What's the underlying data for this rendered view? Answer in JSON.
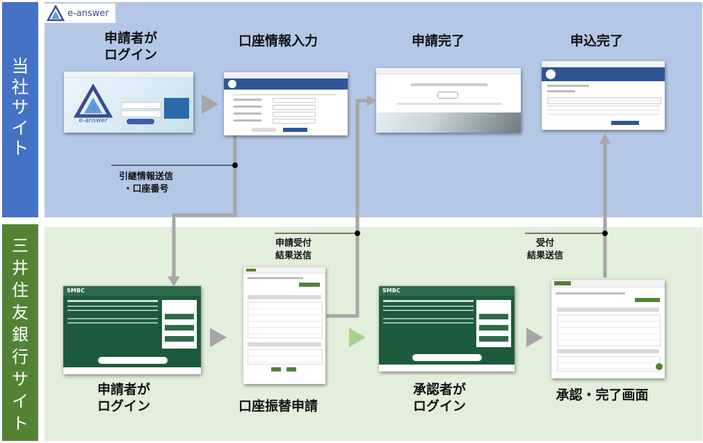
{
  "logo": {
    "text": "e-answer"
  },
  "bands": {
    "company": [
      "当",
      "社",
      "サ",
      "イ",
      "ト"
    ],
    "bank": [
      "三",
      "井",
      "住",
      "友",
      "銀",
      "行",
      "サ",
      "イ",
      "ト"
    ]
  },
  "steps_top": {
    "login": [
      "申請者が",
      "ログイン"
    ],
    "account_input": "口座情報入力",
    "app_done": "申請完了",
    "sub_done": "申込完了"
  },
  "steps_bottom": {
    "login": [
      "申請者が",
      "ログイン"
    ],
    "transfer": "口座振替申請",
    "approver": [
      "承認者が",
      "ログイン"
    ],
    "complete": "承認・完了画面"
  },
  "notes": {
    "handover": [
      "引継情報送信",
      "・口座番号"
    ],
    "app_result": [
      "申請受付",
      "結果送信"
    ],
    "receipt_result": [
      "受付",
      "結果送信"
    ]
  },
  "screens": {
    "e_answer_login": "e-answer",
    "smbc_brand": "SMBC",
    "smbc_brand2": "SMBC"
  },
  "colors": {
    "company_band": "#4472c4",
    "company_bg": "#b4c7e7",
    "bank_band": "#548235",
    "bank_bg": "#e2efda",
    "flow_line": "#a6a6a6",
    "arrow_gray": "#a6a6a6",
    "arrow_green": "#a9d18e",
    "smbc_green": "#1e5a3c"
  }
}
